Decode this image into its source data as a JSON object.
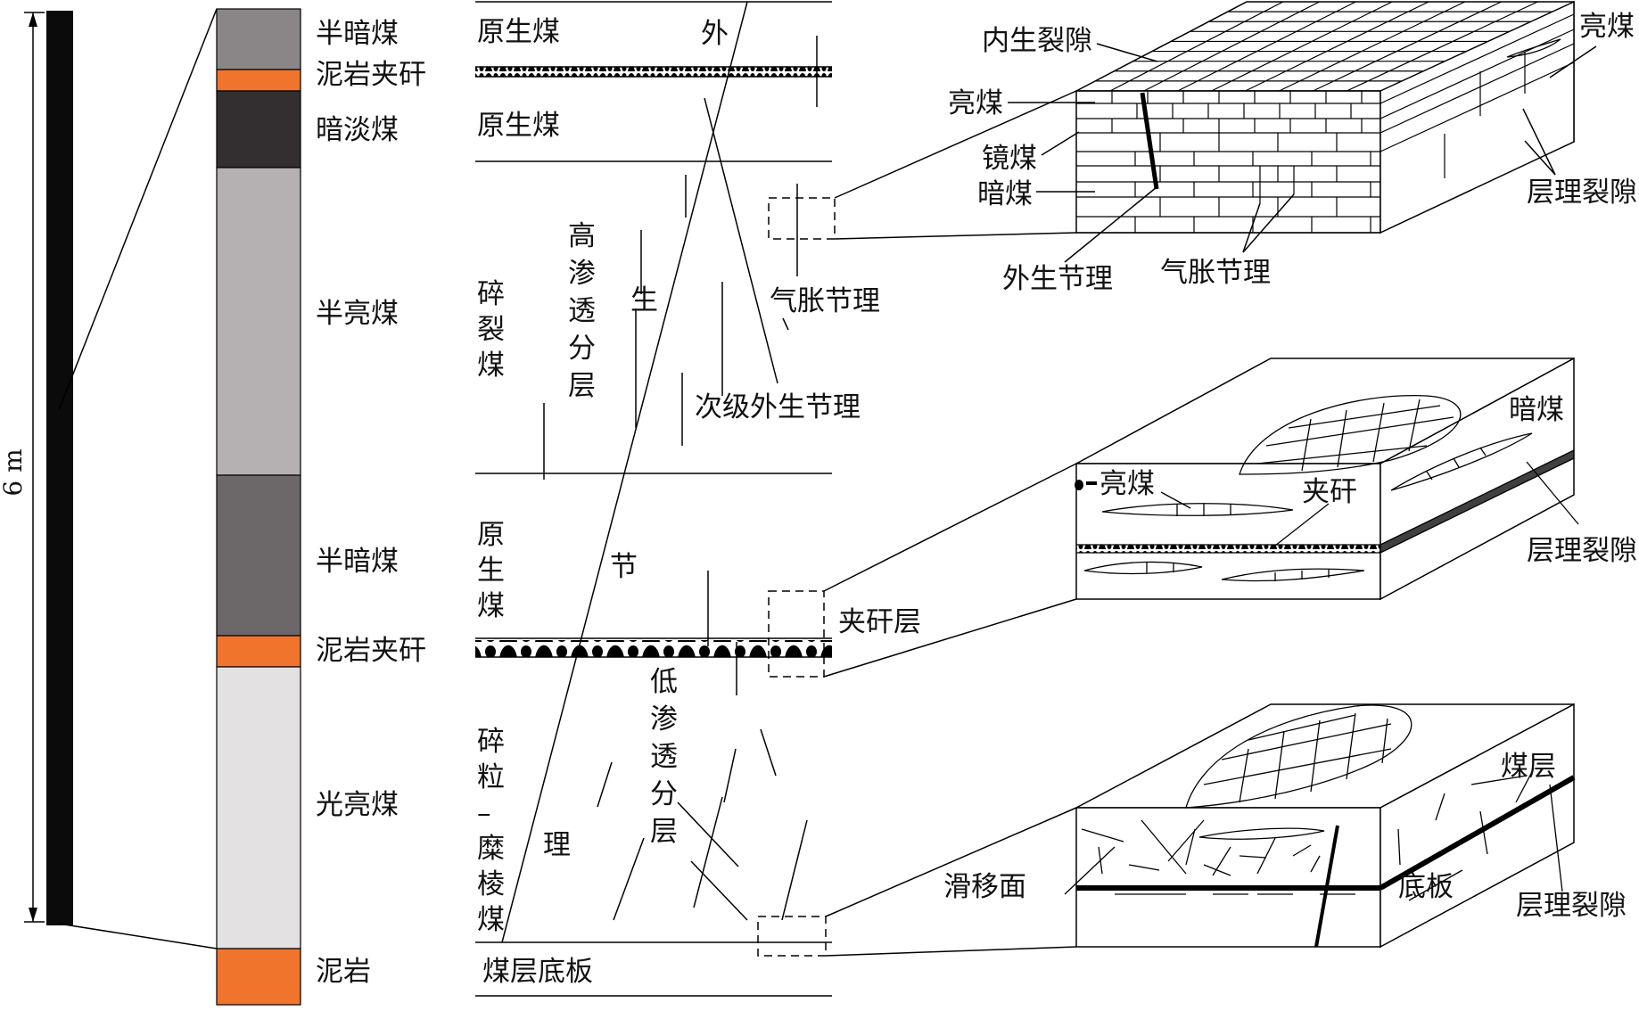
{
  "scale": {
    "label": "6 m"
  },
  "column": {
    "layers": [
      {
        "name": "半暗煤",
        "color": "#8a8688"
      },
      {
        "name": "泥岩夹矸",
        "color": "#f0742c"
      },
      {
        "name": "暗淡煤",
        "color": "#332e30"
      },
      {
        "name": "半亮煤",
        "color": "#b5b1b2"
      },
      {
        "name": "半暗煤",
        "color": "#6c686a"
      },
      {
        "name": "泥岩夹矸",
        "color": "#f0742c"
      },
      {
        "name": "光亮煤",
        "color": "#e3e1e2"
      },
      {
        "name": "泥岩",
        "color": "#f0742c"
      }
    ]
  },
  "section": {
    "primary_coal_1": "原生煤",
    "primary_coal_2": "原生煤",
    "fragmented_coal": [
      "碎",
      "裂",
      "煤"
    ],
    "high_perm": [
      "高",
      "渗",
      "透",
      "分",
      "层"
    ],
    "primary_coal_3": [
      "原",
      "生",
      "煤"
    ],
    "granular_mylonite": [
      "碎",
      "粒",
      "–",
      "糜",
      "棱",
      "煤"
    ],
    "low_perm": [
      "低",
      "渗",
      "透",
      "分",
      "层"
    ],
    "floor": "煤层底板",
    "exogenous_joint_chars": [
      "外",
      "生",
      "节",
      "理"
    ],
    "gas_expansion_joint": "气胀节理",
    "secondary_exogenous_joint": "次级外生节理",
    "parting_layer": "夹矸层"
  },
  "block1": {
    "endogenous_fracture": "内生裂隙",
    "bright_coal_left": "亮煤",
    "vitrain": "镜煤",
    "dull_coal": "暗煤",
    "exogenous_joint": "外生节理",
    "gas_expansion_joint": "气胀节理",
    "bright_coal_right": "亮煤",
    "bedding_fracture": "层理裂隙"
  },
  "block2": {
    "dull_coal": "暗煤",
    "bright_coal": "亮煤",
    "parting": "夹矸",
    "bedding_fracture": "层理裂隙"
  },
  "block3": {
    "coal_seam": "煤层",
    "slip_surface": "滑移面",
    "floor": "底板",
    "bedding_fracture": "层理裂隙"
  }
}
